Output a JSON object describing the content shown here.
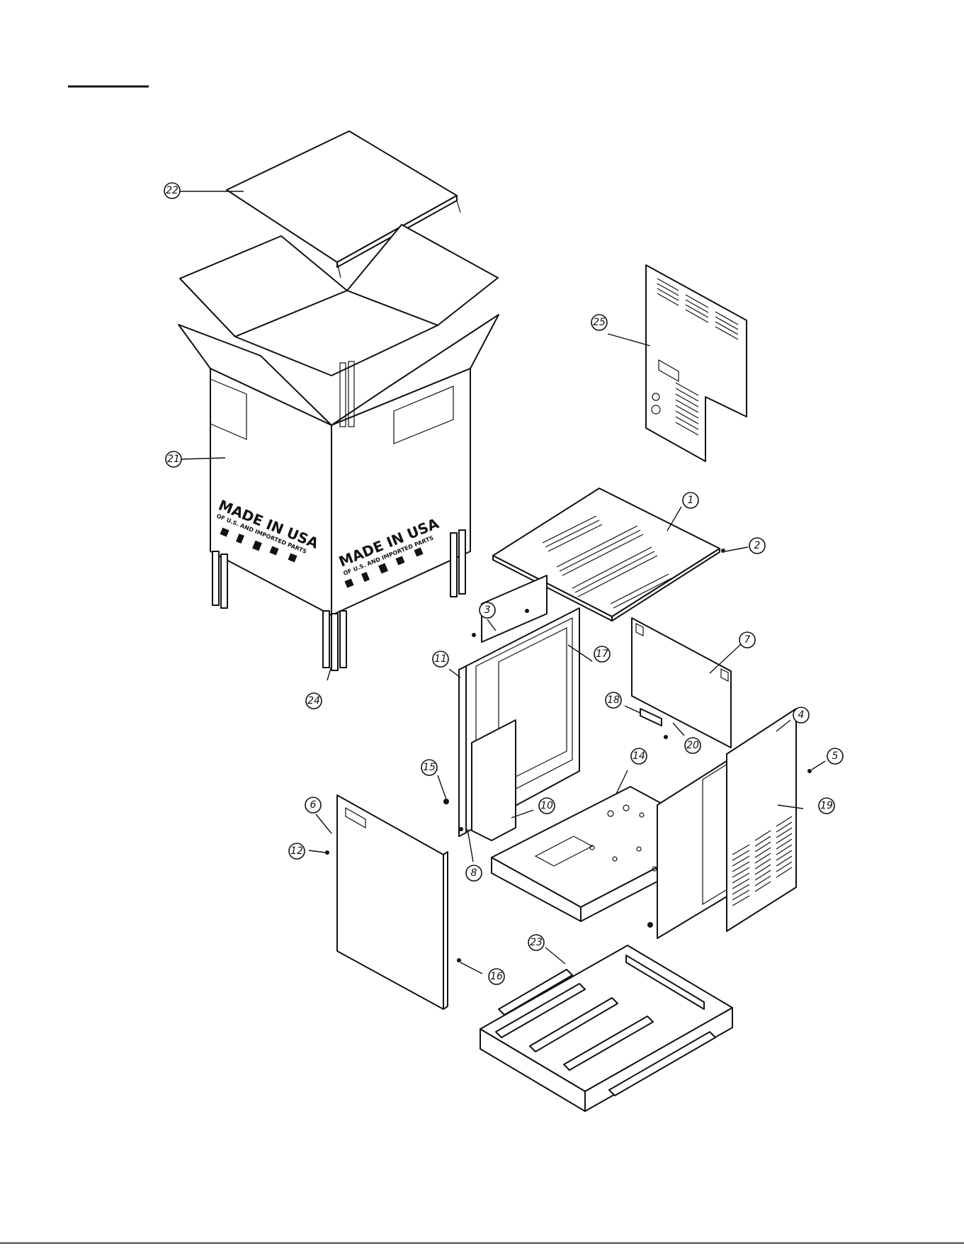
{
  "callouts": [
    {
      "id": "1"
    },
    {
      "id": "2"
    },
    {
      "id": "3"
    },
    {
      "id": "4"
    },
    {
      "id": "5"
    },
    {
      "id": "6"
    },
    {
      "id": "7"
    },
    {
      "id": "8"
    },
    {
      "id": "10"
    },
    {
      "id": "11"
    },
    {
      "id": "12"
    },
    {
      "id": "14"
    },
    {
      "id": "15"
    },
    {
      "id": "16"
    },
    {
      "id": "17"
    },
    {
      "id": "18"
    },
    {
      "id": "19"
    },
    {
      "id": "20"
    },
    {
      "id": "21"
    },
    {
      "id": "22"
    },
    {
      "id": "23"
    },
    {
      "id": "24"
    },
    {
      "id": "25"
    }
  ],
  "carton_print": {
    "made_in": "MADE IN USA",
    "subline": "OF U.S. AND IMPORTED PARTS"
  }
}
